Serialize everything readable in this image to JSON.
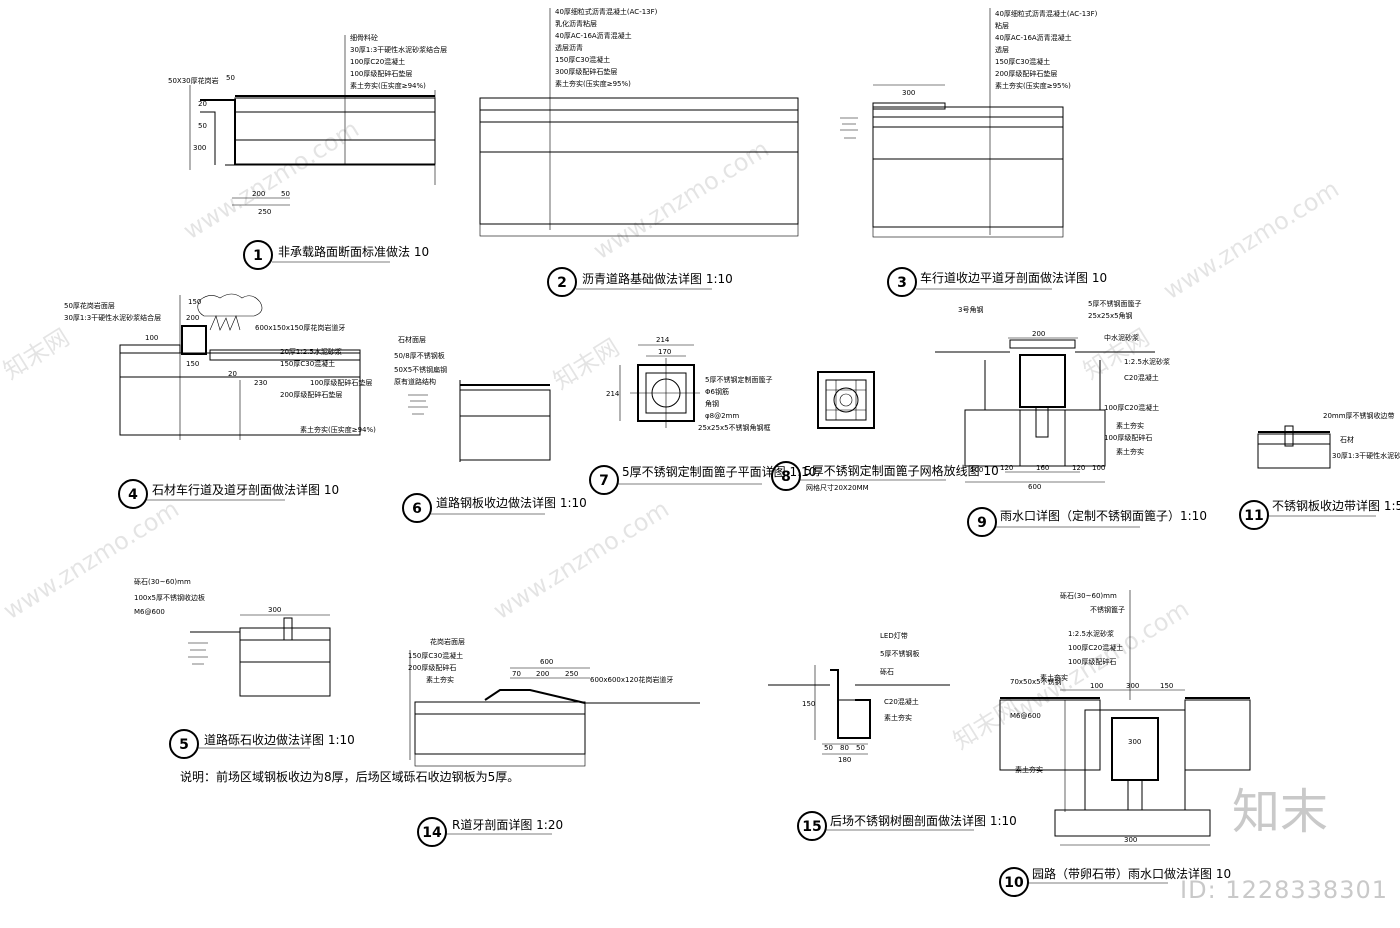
{
  "details": [
    {
      "num": "1",
      "title": "非承载路面断面标准做法 10"
    },
    {
      "num": "2",
      "title": "沥青道路基础做法详图   1:10"
    },
    {
      "num": "3",
      "title": "车行道收边平道牙剖面做法详图 10"
    },
    {
      "num": "4",
      "title": "石材车行道及道牙剖面做法详图 10"
    },
    {
      "num": "6",
      "title": "道路钢板收边做法详图 1:10"
    },
    {
      "num": "7",
      "title": "5厚不锈钢定制面篦子平面详图 1:10"
    },
    {
      "num": "8",
      "title": "5厚不锈钢定制面篦子网格放线图 10"
    },
    {
      "num": "9",
      "title": "雨水口详图（定制不锈钢面篦子）1:10"
    },
    {
      "num": "11",
      "title": "不锈钢板收边带详图   1:5"
    },
    {
      "num": "5",
      "title": "道路砾石收边做法详图 1:10"
    },
    {
      "num": "14",
      "title": "R道牙剖面详图   1:20"
    },
    {
      "num": "15",
      "title": "后场不锈钢树圈剖面做法详图 1:10"
    },
    {
      "num": "10",
      "title": "园路（带卵石带）雨水口做法详图 10"
    }
  ],
  "note": "说明：前场区域钢板收边为8厚，后场区域砾石收边钢板为5厚。",
  "grid_note": "网格尺寸20X20MM",
  "dims": {
    "d1": [
      "50X30厚花岗岩",
      "50",
      "20",
      "50",
      "300",
      "200",
      "50",
      "250"
    ],
    "d3": [
      "300"
    ],
    "d4": [
      "150",
      "100",
      "200",
      "150",
      "230",
      "20"
    ],
    "d5": [
      "300"
    ],
    "d7": [
      "214",
      "170",
      "214"
    ],
    "d9": [
      "200",
      "600",
      "100",
      "120",
      "160",
      "120",
      "100"
    ],
    "d14": [
      "600",
      "70",
      "200",
      "250"
    ],
    "d15": [
      "50",
      "80",
      "50",
      "180",
      "150"
    ],
    "d10": [
      "100",
      "300",
      "150",
      "300",
      "300"
    ]
  },
  "leaders": {
    "d1": [
      "细骨料砼",
      "30厚1:3干硬性水泥砂浆结合层",
      "100厚C20混凝土",
      "100厚级配碎石垫层",
      "素土夯实(压实度≥94%)"
    ],
    "d2": [
      "40厚细粒式沥青混凝土(AC-13F)",
      "乳化沥青粘层",
      "40厚AC-16A沥青混凝土",
      "透层沥青",
      "150厚C30混凝土",
      "300厚级配碎石垫层",
      "素土夯实(压实度≥95%)"
    ],
    "d3": [
      "40厚细粒式沥青混凝土(AC-13F)",
      "粘层",
      "40厚AC-16A沥青混凝土",
      "透层",
      "150厚C30混凝土",
      "200厚级配碎石垫层",
      "素土夯实(压实度≥95%)"
    ],
    "d4": [
      "50厚花岗岩面层",
      "30厚1:3干硬性水泥砂浆结合层",
      "600x150x150厚花岗岩道牙",
      "20厚1:2.5水泥砂浆",
      "150厚C30混凝土",
      "100厚级配碎石垫层",
      "200厚级配碎石垫层",
      "素土夯实(压实度≥94%)"
    ],
    "d6": [
      "石材面层",
      "50/8厚不锈钢板",
      "50X5不锈钢扁钢",
      "原有道路结构"
    ],
    "d7": [
      "5厚不锈钢定制面篦子",
      "Φ6钢筋",
      "角钢",
      "φ8@2mm",
      "25x25x5不锈钢角钢框"
    ],
    "d9": [
      "3号角钢",
      "5厚不锈钢面篦子",
      "25x25x5角钢",
      "中水泥砂浆",
      "1:2.5水泥砂浆",
      "C20混凝土",
      "100厚C20混凝土",
      "素土夯实",
      "100厚级配碎石",
      "素土夯实"
    ],
    "d11": [
      "20mm厚不锈钢收边带",
      "石材",
      "30厚1:3干硬性水泥砂浆"
    ],
    "d5": [
      "砾石(30~60)mm",
      "100x5厚不锈钢收边板",
      "M6@600"
    ],
    "d14": [
      "花岗岩面层",
      "150厚C30混凝土",
      "200厚级配碎石",
      "素土夯实",
      "600x600x120花岗岩道牙"
    ],
    "d15": [
      "LED灯带",
      "5厚不锈钢板",
      "砾石",
      "C20混凝土",
      "素土夯实"
    ],
    "d10": [
      "砾石(30~60)mm",
      "不锈钢篦子",
      "1:2.5水泥砂浆",
      "100厚C20混凝土",
      "100厚级配碎石",
      "素土夯实",
      "70x50x5不锈钢",
      "M6@600",
      "素土夯实"
    ]
  },
  "watermark": {
    "site": "www.znzmo.com",
    "brand": "知末网"
  },
  "logo": "知末",
  "id_label": "ID: 1228338301"
}
